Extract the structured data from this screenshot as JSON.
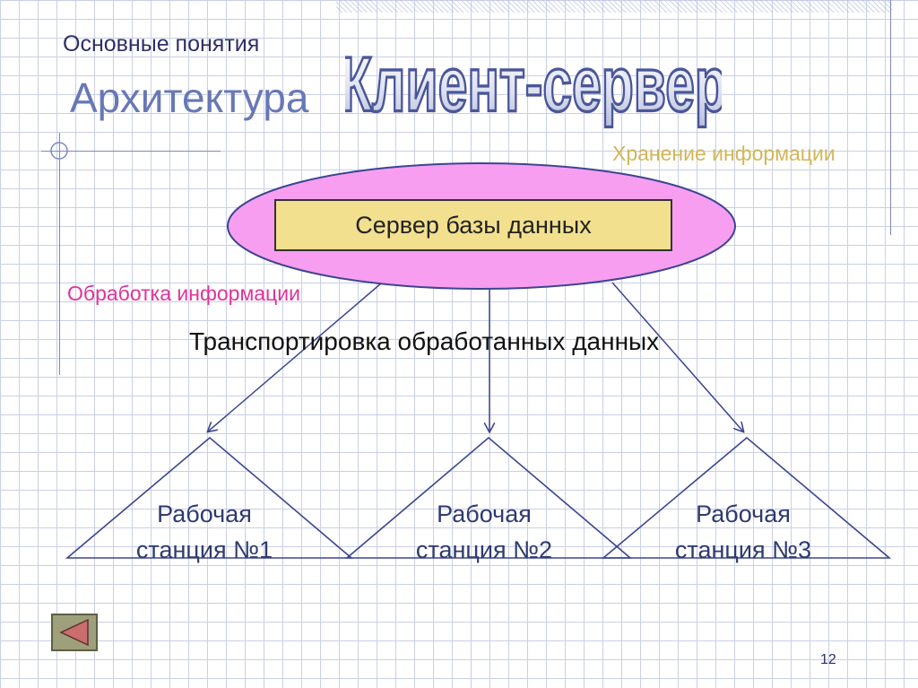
{
  "slide": {
    "subtitle": "Основные понятия",
    "title": "Архитектура",
    "wordart_title": "Клиент-сервер",
    "page_number": "12"
  },
  "diagram": {
    "server_label": "Сервер базы данных",
    "storage_label": "Хранение информации",
    "processing_label": "Обработка информации",
    "transport_label": "Транспортировка обработанных данных",
    "workstations": [
      {
        "line1": "Рабочая",
        "line2": "станция №1"
      },
      {
        "line1": "Рабочая",
        "line2": "станция №2"
      },
      {
        "line1": "Рабочая",
        "line2": "станция №3"
      }
    ]
  },
  "navigation": {
    "back_icon": "triangle-left-icon"
  },
  "colors": {
    "grid": "#c9cfe6",
    "ellipse_fill": "#f79ef0",
    "server_box_fill": "#f2e08e",
    "title": "#6878b6",
    "storage_text": "#d2b657",
    "processing_text": "#e0339a",
    "arrow": "#3d4590"
  }
}
